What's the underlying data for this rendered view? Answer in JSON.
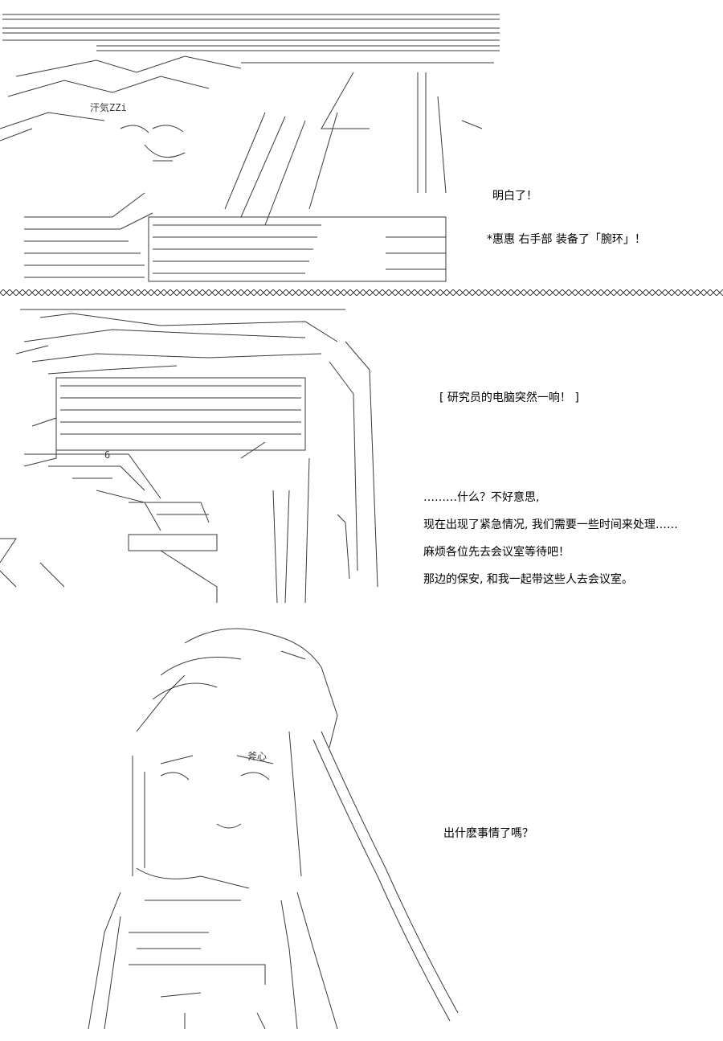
{
  "panel1": {
    "caption_line1": "明白了！",
    "caption_line2": "*惠惠  右手部  装备了「腕环」！",
    "art_text": "汗気ZZi"
  },
  "panel2": {
    "bracket_caption": "[   研究员的电脑突然一响！   ]",
    "dialogue": [
      "………什么？不好意思,",
      "现在出现了紧急情况, 我们需要一些时间来处理……",
      "麻烦各位先去会议室等待吧！",
      "那边的保安, 和我一起带这些人去会议室。"
    ],
    "art_number": "6"
  },
  "panel3": {
    "caption": "出什麽事情了嗎？",
    "art_text": "斧心"
  },
  "colors": {
    "ink": "#000000",
    "art_ink": "#3a3a3a",
    "background": "#ffffff"
  }
}
